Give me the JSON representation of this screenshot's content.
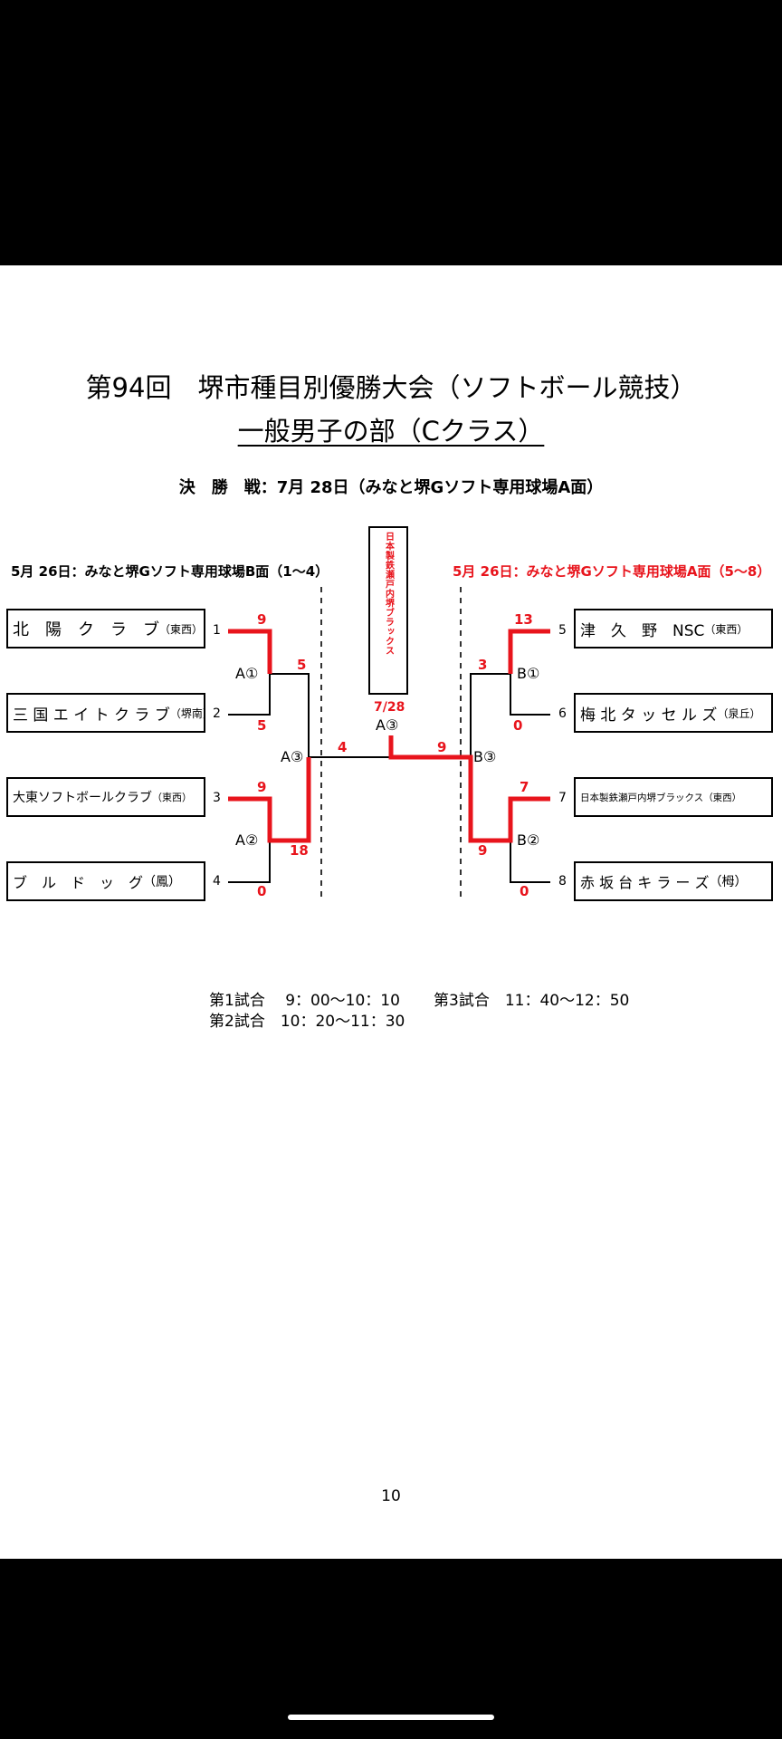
{
  "title": "第94回　堺市種目別優勝大会（ソフトボール競技）",
  "subtitle": "一般男子の部（Cクラス）",
  "final_info": "決　勝　戦：7月 28日（みなと堺Gソフト専用球場A面）",
  "venue_left": "5月 26日：みなと堺Gソフト専用球場B面（1～4）",
  "venue_right": "5月 26日：みなと堺Gソフト専用球場A面（5～8）",
  "teams": [
    {
      "seed": "1",
      "name": "北　陽　ク　ラ　ブ",
      "area": "（東西）"
    },
    {
      "seed": "2",
      "name": "三 国 エ イ ト ク ラ ブ",
      "area": "（堺南）"
    },
    {
      "seed": "3",
      "name": "大東ソフトボールクラブ",
      "area": "（東西）"
    },
    {
      "seed": "4",
      "name": "ブ　ル　ド　ッ　グ",
      "area": "（鳳）"
    },
    {
      "seed": "5",
      "name": "津　久　野　NSC",
      "area": "（東西）"
    },
    {
      "seed": "6",
      "name": "梅 北 タ ッ セ ル ズ",
      "area": "（泉丘）"
    },
    {
      "seed": "7",
      "name": "日本製鉄瀬戸内堺ブラックス",
      "area": "（東西）"
    },
    {
      "seed": "8",
      "name": "赤 坂 台 キ ラ ー ズ",
      "area": "（栂）"
    }
  ],
  "matches": {
    "a1": "A①",
    "a2": "A②",
    "a3": "A③",
    "b1": "B①",
    "b2": "B②",
    "b3": "B③",
    "final": "A③"
  },
  "scores": {
    "t1": "9",
    "t2": "5",
    "t3": "9",
    "t4": "0",
    "t5": "13",
    "t6": "0",
    "t7": "7",
    "t8": "0",
    "a1_winner": "5",
    "a2_winner": "18",
    "b1_winner": "3",
    "b2_winner": "9",
    "final_left": "4",
    "final_right": "9"
  },
  "champion_box": "日本製鉄瀬戸内堺ブラックス",
  "final_date": "7/28",
  "schedule": {
    "game1": "第1試合　 9：00～10：10",
    "game3": "第3試合　11：40～12：50",
    "game2": "第2試合　10：20～11：30"
  },
  "page_number": "10",
  "colors": {
    "winner_line": "#e8141c",
    "text": "#000000",
    "background": "#ffffff"
  }
}
